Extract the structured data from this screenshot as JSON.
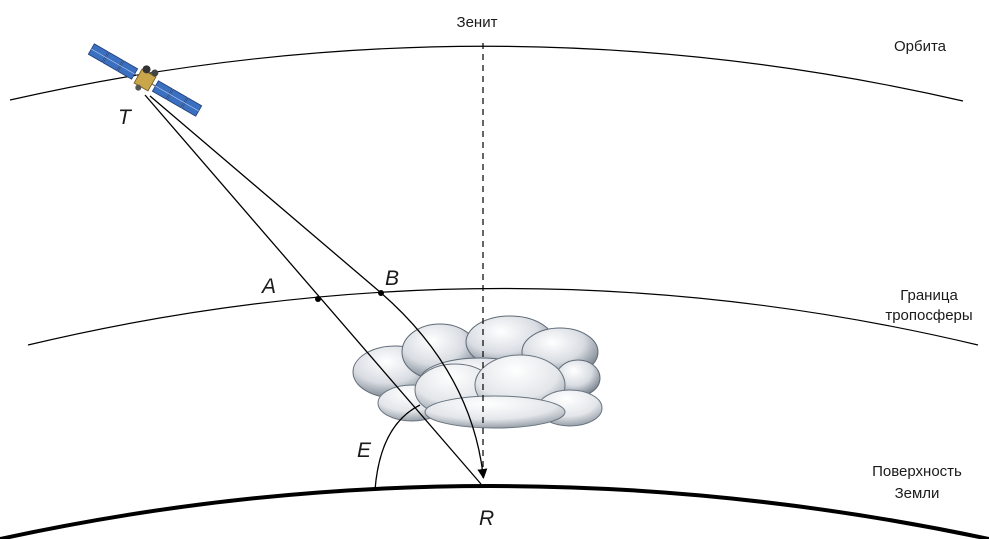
{
  "labels": {
    "zenith": "Зенит",
    "orbit": "Орбита",
    "troposphere_line1": "Граница",
    "troposphere_line2": "тропосферы",
    "surface_line1": "Поверхность",
    "surface_line2": "Земли"
  },
  "points": {
    "T": "T",
    "A": "A",
    "B": "B",
    "R": "R",
    "E": "E"
  }
}
